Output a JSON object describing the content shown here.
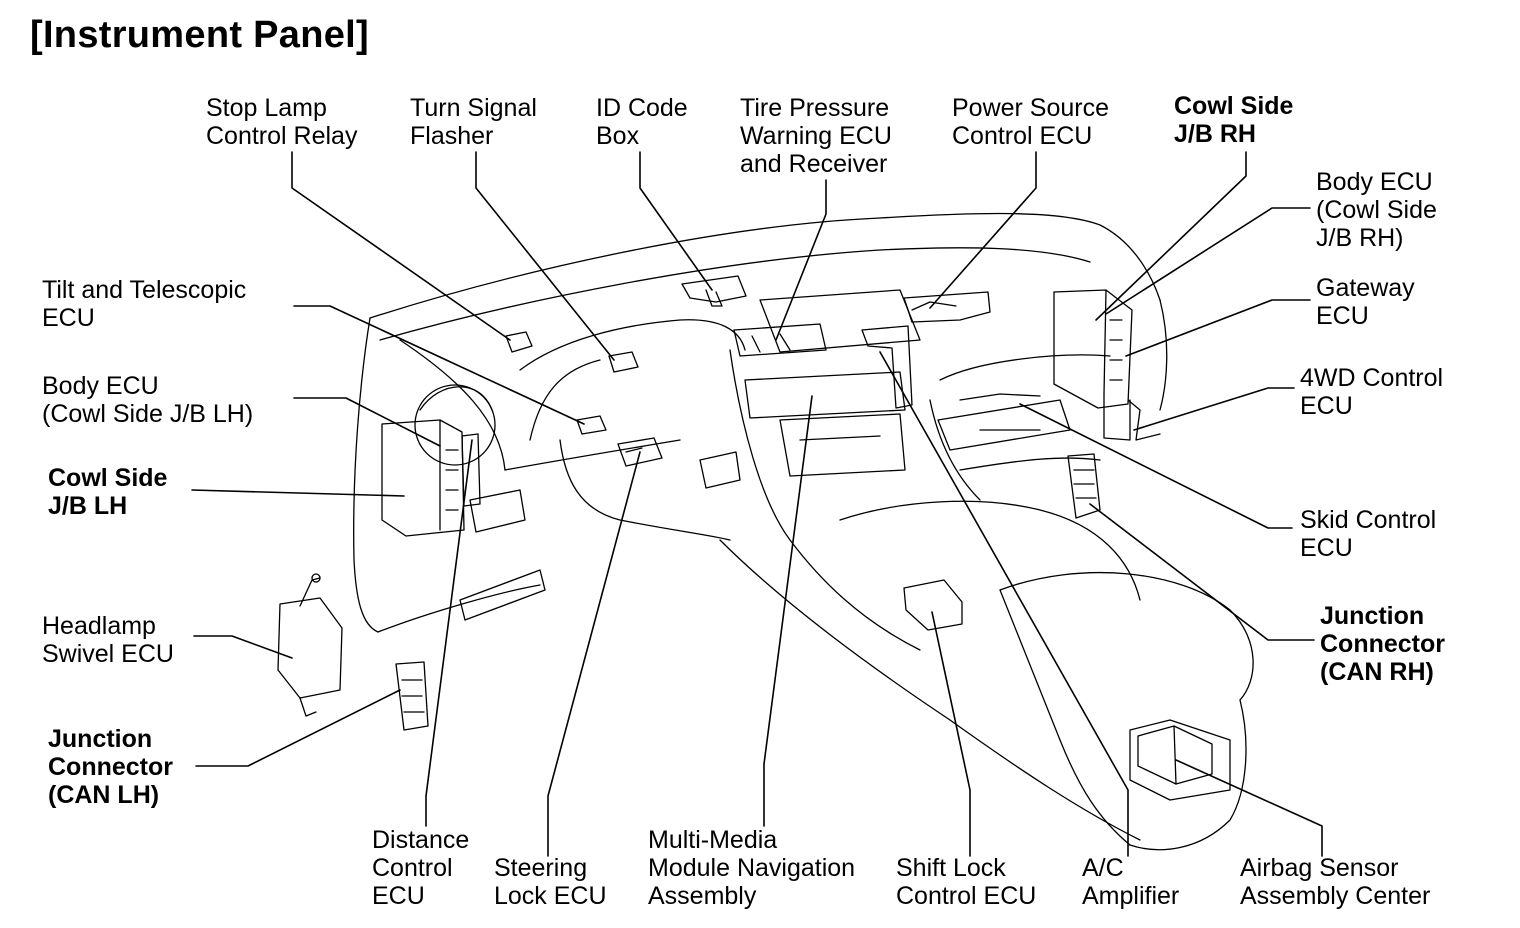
{
  "title": "[Instrument Panel]",
  "labels": {
    "stop_lamp": [
      "Stop Lamp",
      "Control Relay"
    ],
    "turn_signal": [
      "Turn Signal",
      "Flasher"
    ],
    "id_code": [
      "ID Code",
      "Box"
    ],
    "tire_pressure": [
      "Tire Pressure",
      "Warning ECU",
      "and Receiver"
    ],
    "power_source": [
      "Power Source",
      "Control ECU"
    ],
    "cowl_side_rh": [
      "Cowl Side",
      "J/B RH"
    ],
    "body_ecu_rh": [
      "Body ECU",
      "(Cowl Side",
      "J/B RH)"
    ],
    "gateway": [
      "Gateway",
      "ECU"
    ],
    "fourwd": [
      "4WD Control",
      "ECU"
    ],
    "skid": [
      "Skid Control",
      "ECU"
    ],
    "junction_rh": [
      "Junction",
      "Connector",
      "(CAN RH)"
    ],
    "tilt": [
      "Tilt and Telescopic",
      "ECU"
    ],
    "body_ecu_lh": [
      "Body ECU",
      "(Cowl Side J/B LH)"
    ],
    "cowl_side_lh": [
      "Cowl Side",
      "J/B LH"
    ],
    "headlamp": [
      "Headlamp",
      "Swivel ECU"
    ],
    "junction_lh": [
      "Junction",
      "Connector",
      "(CAN LH)"
    ],
    "distance": [
      "Distance",
      "Control",
      "ECU"
    ],
    "steering": [
      "Steering",
      "Lock ECU"
    ],
    "multimedia": [
      "Multi-Media",
      "Module Navigation",
      "Assembly"
    ],
    "shift_lock": [
      "Shift Lock",
      "Control ECU"
    ],
    "ac": [
      "A/C",
      "Amplifier"
    ],
    "airbag": [
      "Airbag Sensor",
      "Assembly Center"
    ]
  }
}
